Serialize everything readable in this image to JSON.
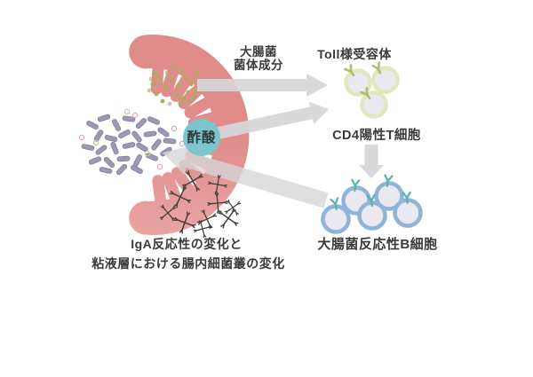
{
  "figure": {
    "type": "biological-pathway-diagram",
    "labels": {
      "ecoli_components_line1": "大腸菌",
      "ecoli_components_line2": "菌体成分",
      "toll_receptor": "Toll様受容体",
      "acetate": "酢酸",
      "cd4_t_cell": "CD4陽性T細胞",
      "b_cell": "大腸菌反応性B細胞",
      "iga_line1": "IgA反応性の変化と",
      "iga_line2": "粘液層における腸内細菌叢の変化"
    },
    "palette": {
      "intestine_pink": "#df8c8b",
      "intestine_pink_light": "#eaa5a3",
      "acetate_teal": "#7cc5ca",
      "arrow_gray": "#d6d6d8",
      "green_dots": "#a5b158",
      "rod_bacteria_purple": "#9e97b5",
      "toll_cell_ring": "#e2e7c0",
      "cell_inner": "#eae8f1",
      "b_cell_ring": "#8eb4da",
      "b_cell_receptor": "#57b1b1",
      "toll_receptor_nub": "#aabf72",
      "antibody_dark": "#45403a",
      "label_text": "#3a3a3a"
    },
    "arrows": [
      {
        "name": "components-to-toll-arrow",
        "from": "大腸菌菌体成分",
        "to": "Toll様受容体"
      },
      {
        "name": "acetate-to-cd4-arrow",
        "from": "酢酸",
        "to": "CD4陽性T細胞"
      },
      {
        "name": "cd4-to-bcell-arrow",
        "from": "CD4陽性T細胞",
        "to": "大腸菌反応性B細胞"
      },
      {
        "name": "bcell-to-mucosa-arrow",
        "from": "大腸菌反応性B細胞",
        "to": "IgA反応性の変化と粘液層における腸内細菌叢の変化"
      }
    ],
    "illustration_elements": [
      "intestinal-wall-illustration",
      "ecoli-component-dots",
      "rod-bacteria-cluster",
      "acetate-circle",
      "toll-like-receptor-cells",
      "b-cells",
      "iga-antibodies"
    ]
  }
}
